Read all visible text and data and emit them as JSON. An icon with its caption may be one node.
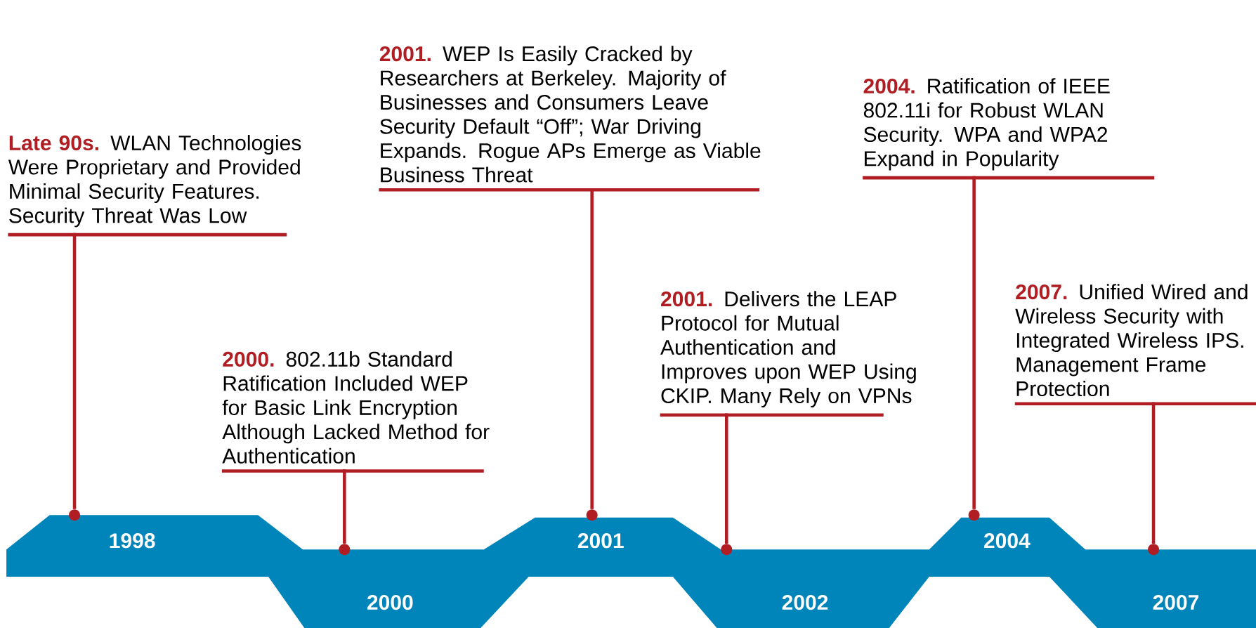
{
  "diagram": {
    "nodes": [
      {
        "text": [
          "Late 90s.",
          "WLAN Technologies Were Proprietary and Provided Minimal Security Features. Security Threat Was Low"
        ]
      },
      {
        "text": [
          "2000.",
          "802.11b Standard Ratification Included WEP for Basic Link Encryption Although Lacked Method for Authentication"
        ]
      },
      {
        "text": [
          "2001.",
          "WEP Is Easily Cracked by Researchers at Berkeley. Majority of Businesses and Consumers Leave Security Default “Off”; War Driving Expands. Rogue APs Emerge as Viable Business Threat"
        ]
      },
      {
        "text": [
          "2001.",
          "Delivers the LEAP Protocol for Mutual Authentication and Improves upon WEP Using CKIP. Many Rely on VPNs"
        ]
      },
      {
        "text": [
          "2004.",
          "Ratification of IEEE 802.11i for Robust WLAN Security. WPA and WPA2 Expand in Popularity"
        ]
      },
      {
        "text": [
          "2007.",
          "Unified Wired and Wireless Security with Integrated Wireless IPS. Management Frame Protection"
        ]
      },
      {
        "text": [],
        "shape": "circle"
      },
      {
        "text": [],
        "shape": "circle"
      },
      {
        "text": [],
        "shape": "circle"
      },
      {
        "text": [],
        "shape": "circle"
      },
      {
        "text": [],
        "shape": "circle"
      },
      {
        "text": [],
        "shape": "circle"
      }
    ],
    "edges": [
      {
        "from": 0,
        "to": 6,
        "arrow": "none"
      },
      {
        "from": 1,
        "to": 7,
        "arrow": "none"
      },
      {
        "from": 2,
        "to": 8,
        "arrow": "none"
      },
      {
        "from": 3,
        "to": 9,
        "arrow": "none"
      },
      {
        "from": 4,
        "to": 10,
        "arrow": "none"
      },
      {
        "from": 5,
        "to": 11,
        "arrow": "none"
      }
    ],
    "labels": [
      "1998",
      "2000",
      "2001",
      "2002",
      "2004",
      "2007"
    ]
  }
}
